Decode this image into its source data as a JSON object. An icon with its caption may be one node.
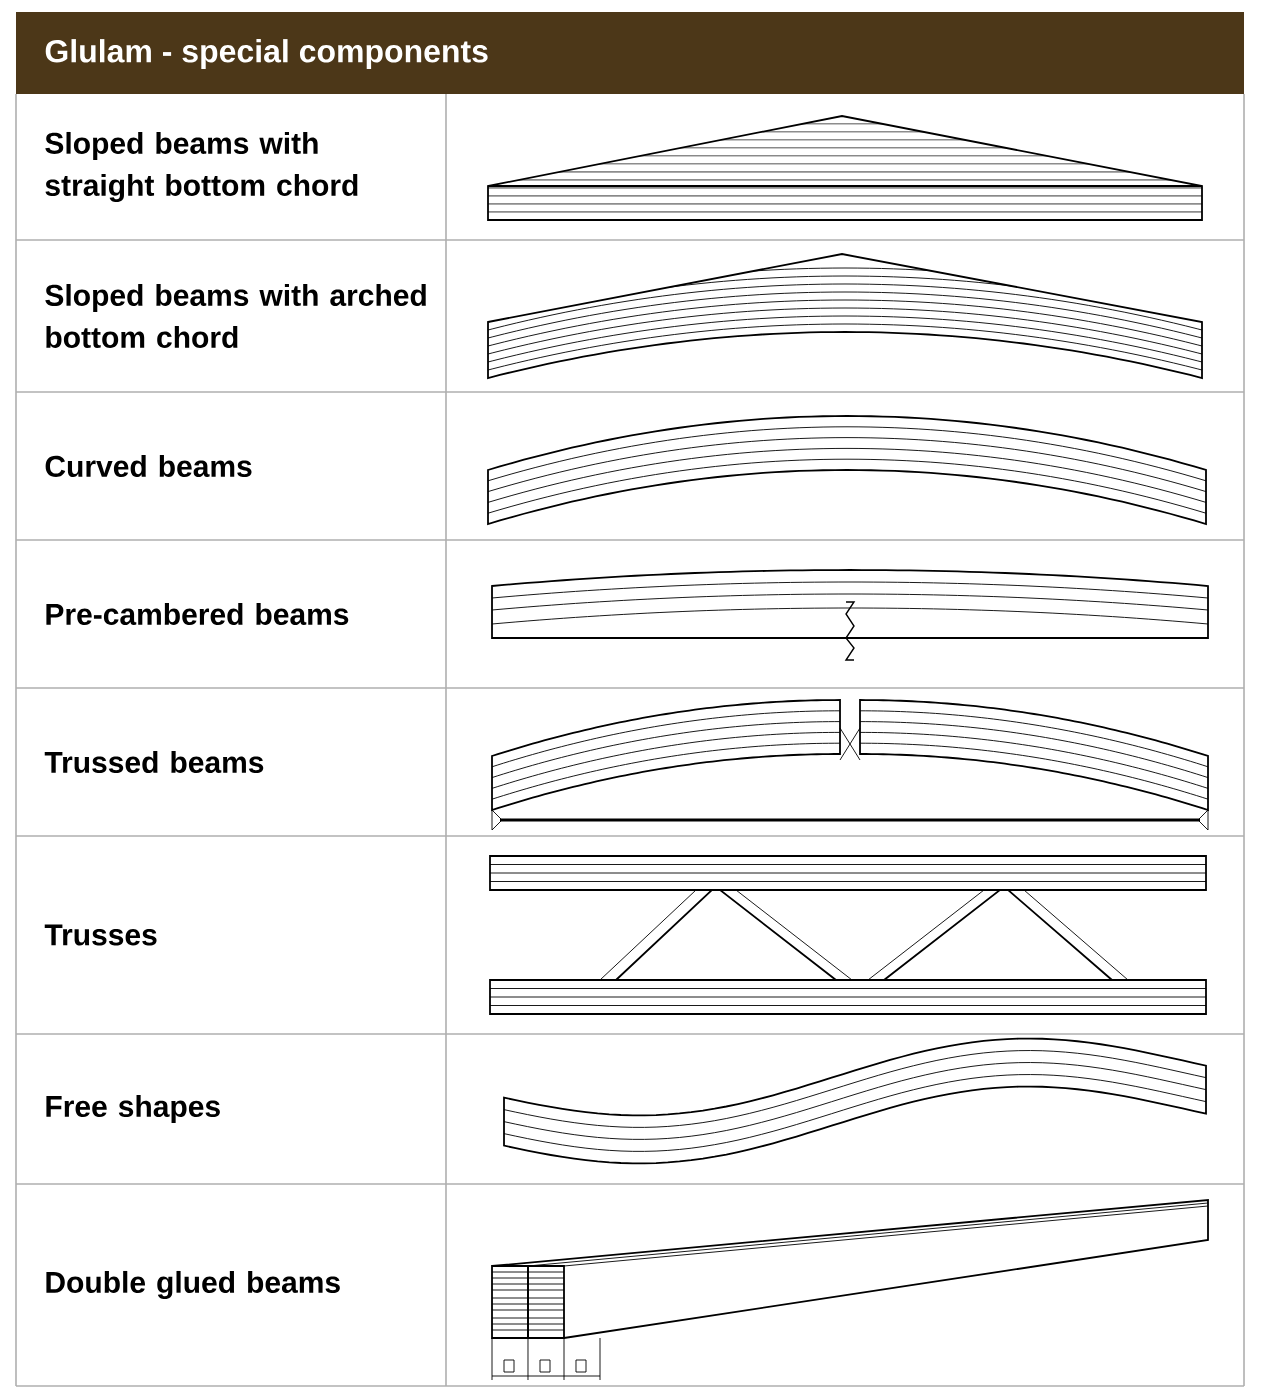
{
  "diagram": {
    "title": "Glulam - special components",
    "labels": [
      "Sloped beams with straight bottom chord",
      "Sloped beams with arched bottom chord",
      "Curved beams",
      "Pre-cambered beams",
      "Trussed beams",
      "Trusses",
      "Free shapes",
      "Double glued beams"
    ]
  }
}
